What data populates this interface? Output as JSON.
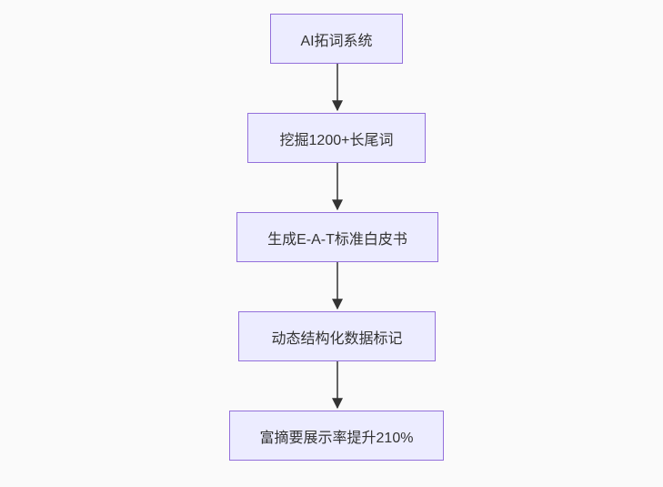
{
  "flowchart": {
    "type": "flowchart",
    "direction": "top-down",
    "nodes": [
      {
        "id": "n1",
        "label": "AI拓词系统"
      },
      {
        "id": "n2",
        "label": "挖掘1200+长尾词"
      },
      {
        "id": "n3",
        "label": "生成E-A-T标准白皮书"
      },
      {
        "id": "n4",
        "label": "动态结构化数据标记"
      },
      {
        "id": "n5",
        "label": "富摘要展示率提升210%"
      }
    ],
    "edges": [
      {
        "from": "n1",
        "to": "n2",
        "style": "arrow-down"
      },
      {
        "from": "n2",
        "to": "n3",
        "style": "arrow-down"
      },
      {
        "from": "n3",
        "to": "n4",
        "style": "arrow-down"
      },
      {
        "from": "n4",
        "to": "n5",
        "style": "arrow-down"
      }
    ],
    "colors": {
      "node_fill": "#ECECFF",
      "node_border": "#9370DB",
      "node_text": "#333333",
      "edge_stroke": "#333333",
      "background": "#FAFAFA"
    }
  }
}
